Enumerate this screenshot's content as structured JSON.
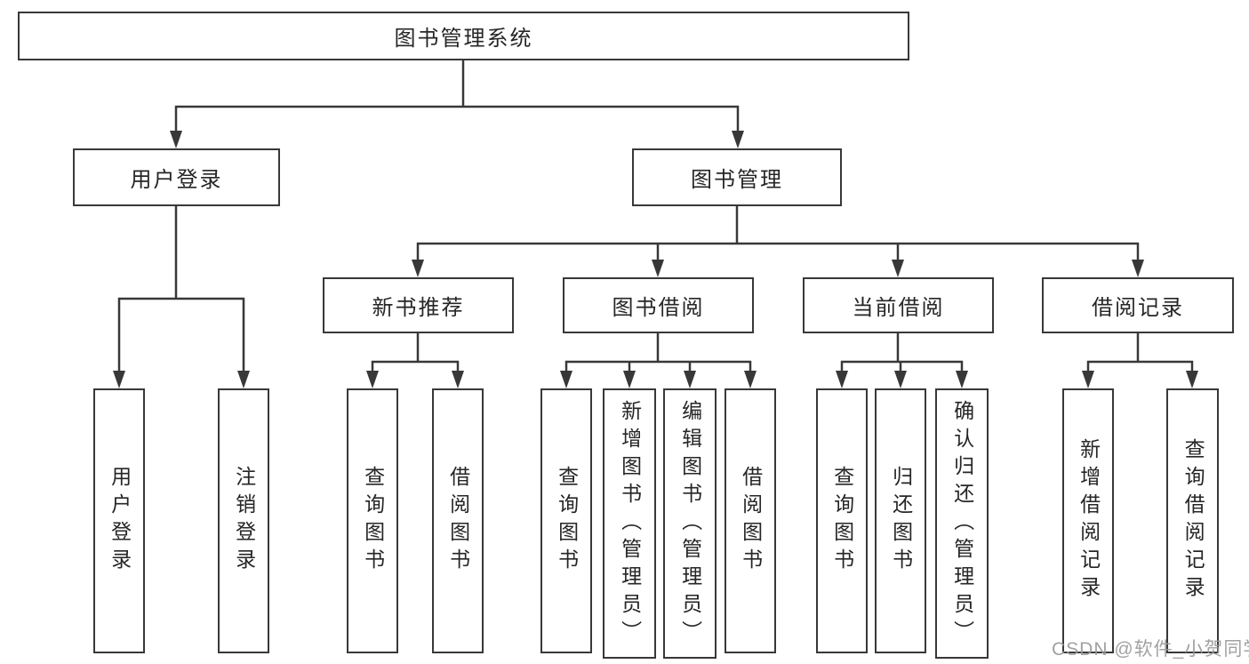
{
  "colors": {
    "line": "#383838",
    "box_border": "#383838",
    "text": "#262626",
    "background": "#ffffff",
    "watermark": "#9a9a9a"
  },
  "watermark": {
    "text": "CSDN @软件_小贺同学"
  },
  "tree": {
    "root": {
      "label": "图书管理系统"
    },
    "branches": [
      {
        "label": "用户登录",
        "leaves": [
          {
            "label": "用户登录"
          },
          {
            "label": "注销登录"
          }
        ]
      },
      {
        "label": "图书管理",
        "groups": [
          {
            "label": "新书推荐",
            "leaves": [
              {
                "label": "查询图书"
              },
              {
                "label": "借阅图书"
              }
            ]
          },
          {
            "label": "图书借阅",
            "leaves": [
              {
                "label": "查询图书"
              },
              {
                "label": "新增图书（管理员）"
              },
              {
                "label": "编辑图书（管理员）"
              },
              {
                "label": "借阅图书"
              }
            ]
          },
          {
            "label": "当前借阅",
            "leaves": [
              {
                "label": "查询图书"
              },
              {
                "label": "归还图书"
              },
              {
                "label": "确认归还（管理员）"
              }
            ]
          },
          {
            "label": "借阅记录",
            "leaves": [
              {
                "label": "新增借阅记录"
              },
              {
                "label": "查询借阅记录"
              }
            ]
          }
        ]
      }
    ]
  }
}
